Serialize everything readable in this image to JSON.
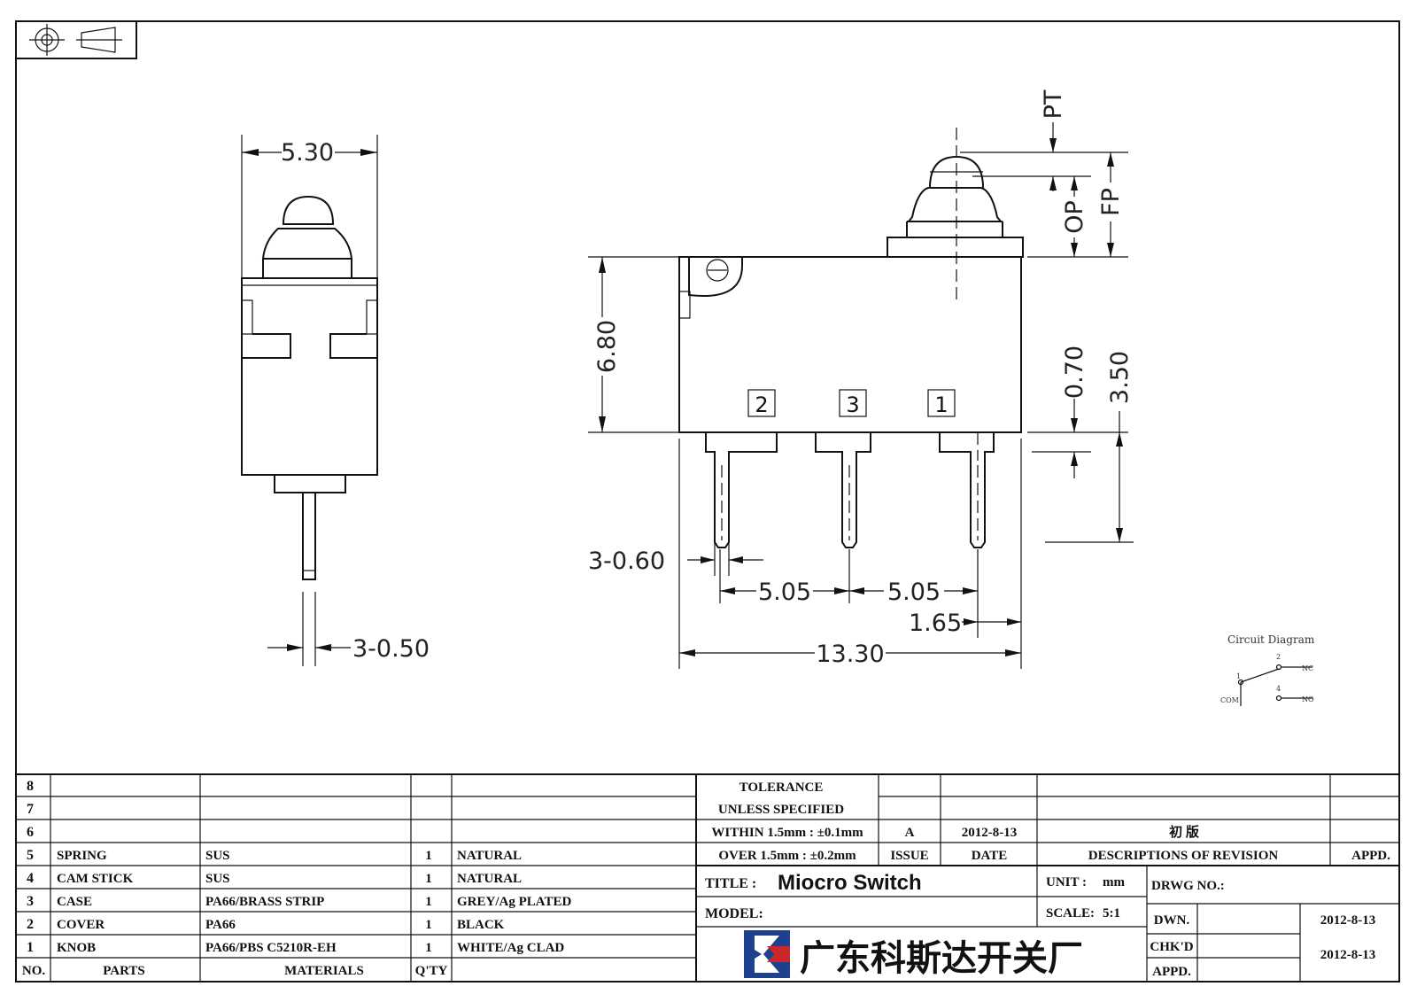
{
  "dimensions": {
    "side_width": "5.30",
    "side_pin": "3-0.50",
    "height": "6.80",
    "pin_width": "3-0.60",
    "pitch_left": "5.05",
    "pitch_right": "5.05",
    "end_offset": "1.65",
    "length": "13.30",
    "pin_short": "0.70",
    "pin_long": "3.50",
    "pt": "PT",
    "op": "OP",
    "fp": "FP"
  },
  "terminals": [
    "2",
    "3",
    "1"
  ],
  "circuit": {
    "title": "Circuit Diagram",
    "com": "COM",
    "nc": "NC",
    "no": "NO",
    "n1": "1",
    "n2": "2",
    "n4": "4"
  },
  "parts_table": {
    "rows": [
      {
        "no": "8",
        "part": "",
        "material": "",
        "qty": "",
        "finish": ""
      },
      {
        "no": "7",
        "part": "",
        "material": "",
        "qty": "",
        "finish": ""
      },
      {
        "no": "6",
        "part": "",
        "material": "",
        "qty": "",
        "finish": ""
      },
      {
        "no": "5",
        "part": "SPRING",
        "material": "SUS",
        "qty": "1",
        "finish": "NATURAL"
      },
      {
        "no": "4",
        "part": "CAM STICK",
        "material": "SUS",
        "qty": "1",
        "finish": "NATURAL"
      },
      {
        "no": "3",
        "part": "CASE",
        "material": "PA66/BRASS STRIP",
        "qty": "1",
        "finish": "GREY/Ag PLATED"
      },
      {
        "no": "2",
        "part": "COVER",
        "material": "PA66",
        "qty": "1",
        "finish": "BLACK"
      },
      {
        "no": "1",
        "part": "KNOB",
        "material": "PA66/PBS C5210R-EH",
        "qty": "1",
        "finish": "WHITE/Ag CLAD"
      }
    ],
    "headers": {
      "no": "NO.",
      "parts": "PARTS",
      "materials": "MATERIALS",
      "qty": "Q'TY"
    }
  },
  "tolerance": {
    "line1": "TOLERANCE",
    "line2": "UNLESS  SPECIFIED",
    "line3": "WITHIN 1.5mm : ±0.1mm",
    "line4": "OVER 1.5mm : ±0.2mm"
  },
  "revision": {
    "issue": "A",
    "date": "2012-8-13",
    "description": "初  版",
    "issue_label": "ISSUE",
    "date_label": "DATE",
    "desc_label": "DESCRIPTIONS  OF  REVISION",
    "appd_label": "APPD."
  },
  "title_block": {
    "title_label": "TITLE :",
    "title": "Miocro Switch",
    "unit_label": "UNIT :",
    "unit": "mm",
    "drwg_label": "DRWG  NO.:",
    "model_label": "MODEL:",
    "scale_label": "SCALE:",
    "scale": "5:1",
    "dwn_label": "DWN.",
    "dwn_date": "2012-8-13",
    "chkd_label": "CHK'D",
    "chkd_date": "2012-8-13",
    "appd_label": "APPD.",
    "company": "广东科斯达开关厂"
  },
  "colors": {
    "logo_blue": "#1f3f8f",
    "logo_red": "#c8282a",
    "ink": "#111111"
  }
}
